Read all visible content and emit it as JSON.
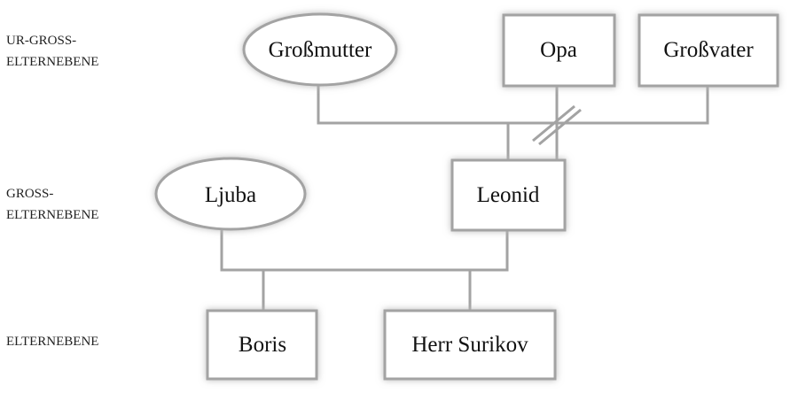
{
  "levels": {
    "great_grandparents": [
      "UR-GROSS-",
      "ELTERNEBENE"
    ],
    "grandparents": [
      "GROSS-",
      "ELTERNEBENE"
    ],
    "parents": [
      "ELTERNEBENE"
    ]
  },
  "persons": {
    "grossmutter": "Großmutter",
    "opa": "Opa",
    "grossvater": "Großvater",
    "ljuba": "Ljuba",
    "leonid": "Leonid",
    "boris": "Boris",
    "herr_surikov": "Herr Surikov"
  },
  "colors": {
    "line": "#a3a3a3",
    "text": "#111111"
  }
}
